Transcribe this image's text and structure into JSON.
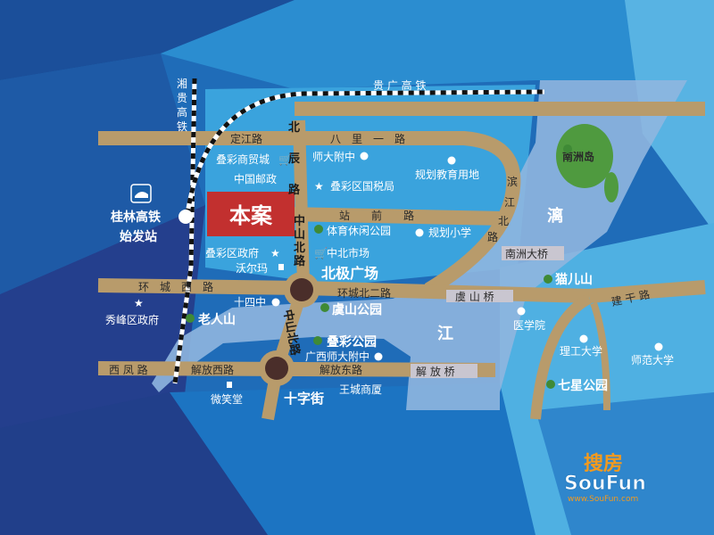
{
  "title": "本案",
  "colors": {
    "road": "#b89b6b",
    "river": "#8fb6df",
    "project": "#c2302f",
    "roundabout": "#4a2e2a",
    "island": "#4f9a3f"
  },
  "railways": {
    "xianggui": [
      "湘",
      "贵",
      "高",
      "铁"
    ],
    "guiguang": "贵 广 高 铁"
  },
  "station": {
    "line1": "桂林高铁",
    "line2": "始发站"
  },
  "roads": {
    "dingjiang": "定江路",
    "balili": "八　里　一　路",
    "beichen": [
      "北",
      "辰",
      "路"
    ],
    "zhongshan1": [
      "中",
      "山",
      "北",
      "路"
    ],
    "zhongshan2": "中山北路",
    "zhanqian": "站　　前　　路",
    "binjiang": [
      "滨",
      "江",
      "北",
      "路"
    ],
    "huanchengxi": "环　城　西　路",
    "huanchengbei2": "环城北二路",
    "jiangan": "建 干 路",
    "xifeng": "西 凤 路",
    "jiefangxi": "解放西路",
    "jiefangdong": "解放东路"
  },
  "bridges": {
    "nanzhou": "南洲大桥",
    "yushan": "虞 山 桥",
    "jiefang": "解 放 桥"
  },
  "water": {
    "li": "漓",
    "jiang": "江",
    "island": "南洲岛"
  },
  "places": {
    "diecai_mall": "叠彩商贸城",
    "shida_fuzhong": "师大附中",
    "planned_edu": "规划教育用地",
    "china_post": "中国邮政",
    "tax_bureau": "叠彩区国税局",
    "sports_park": "体育休闲公园",
    "planned_school": "规划小学",
    "diecai_gov": "叠彩区政府",
    "zhongbei_market": "中北市场",
    "walmart": "沃尔玛",
    "beiji_square": "北极广场",
    "maoer_mountain": "猫儿山",
    "no14_school": "十四中",
    "yushan_park": "虞山公园",
    "xiufeng_gov": "秀峰区政府",
    "laoren_mountain": "老人山",
    "medical_college": "医学院",
    "diecai_park": "叠彩公园",
    "ligong_univ": "理工大学",
    "normal_univ": "师范大学",
    "gx_shida_fuzhong": "广西师大附中",
    "qixing_park": "七星公园",
    "weixiaotang": "微笑堂",
    "shizijie": "十字街",
    "wangcheng": "王城商厦"
  },
  "logo": {
    "cn": "搜房",
    "en": "SouFun",
    "url": "www.SouFun.com"
  }
}
